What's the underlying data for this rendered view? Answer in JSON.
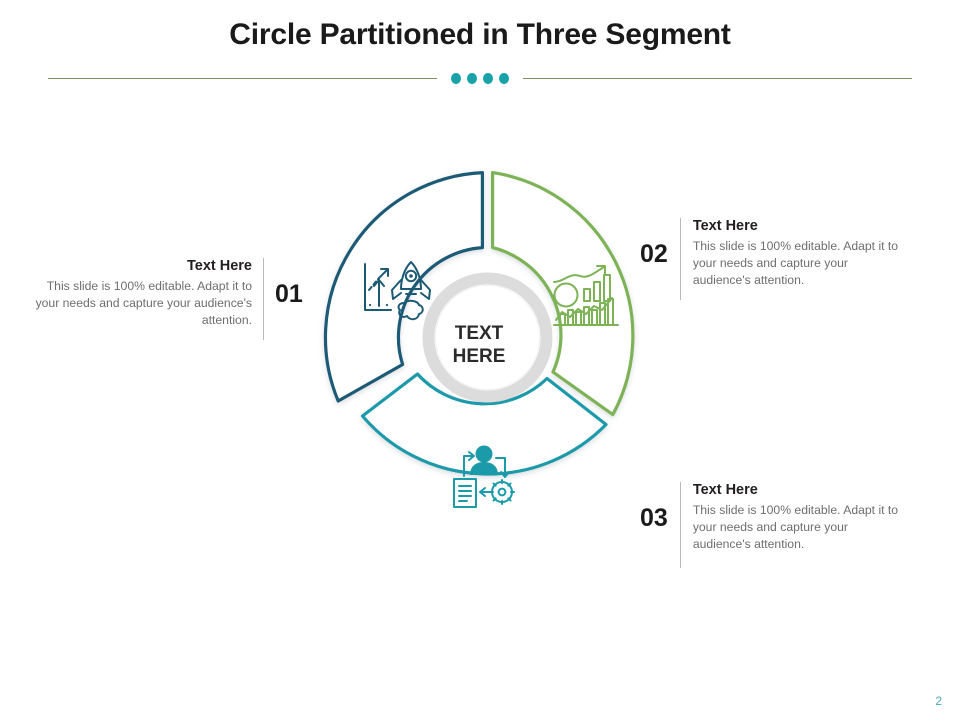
{
  "slide": {
    "title": "Circle Partitioned in Three Segment",
    "page_number": "2"
  },
  "header_divider": {
    "dot_count": 4,
    "dot_color": "#18a3a8",
    "rule_color": "#7e8f5e"
  },
  "diagram": {
    "center_line1": "TEXT",
    "center_line2": "HERE",
    "segments": [
      {
        "id": "01",
        "color": "#1c5a74",
        "icon": "rocket-growth-icon",
        "position": "upper-left"
      },
      {
        "id": "02",
        "color": "#7db356",
        "icon": "bar-chart-trend-icon",
        "position": "right"
      },
      {
        "id": "03",
        "color": "#1b9aaa",
        "icon": "user-process-gear-icon",
        "position": "bottom"
      }
    ],
    "center_ring_color": "#d9d9d9"
  },
  "blocks": [
    {
      "number": "01",
      "heading": "Text Here",
      "body": "This slide is 100% editable. Adapt it to your needs and capture your audience's attention."
    },
    {
      "number": "02",
      "heading": "Text Here",
      "body": "This slide is 100% editable. Adapt it to your needs and capture your audience's attention."
    },
    {
      "number": "03",
      "heading": "Text Here",
      "body": "This slide is 100% editable. Adapt it to your needs and capture your audience's attention."
    }
  ]
}
